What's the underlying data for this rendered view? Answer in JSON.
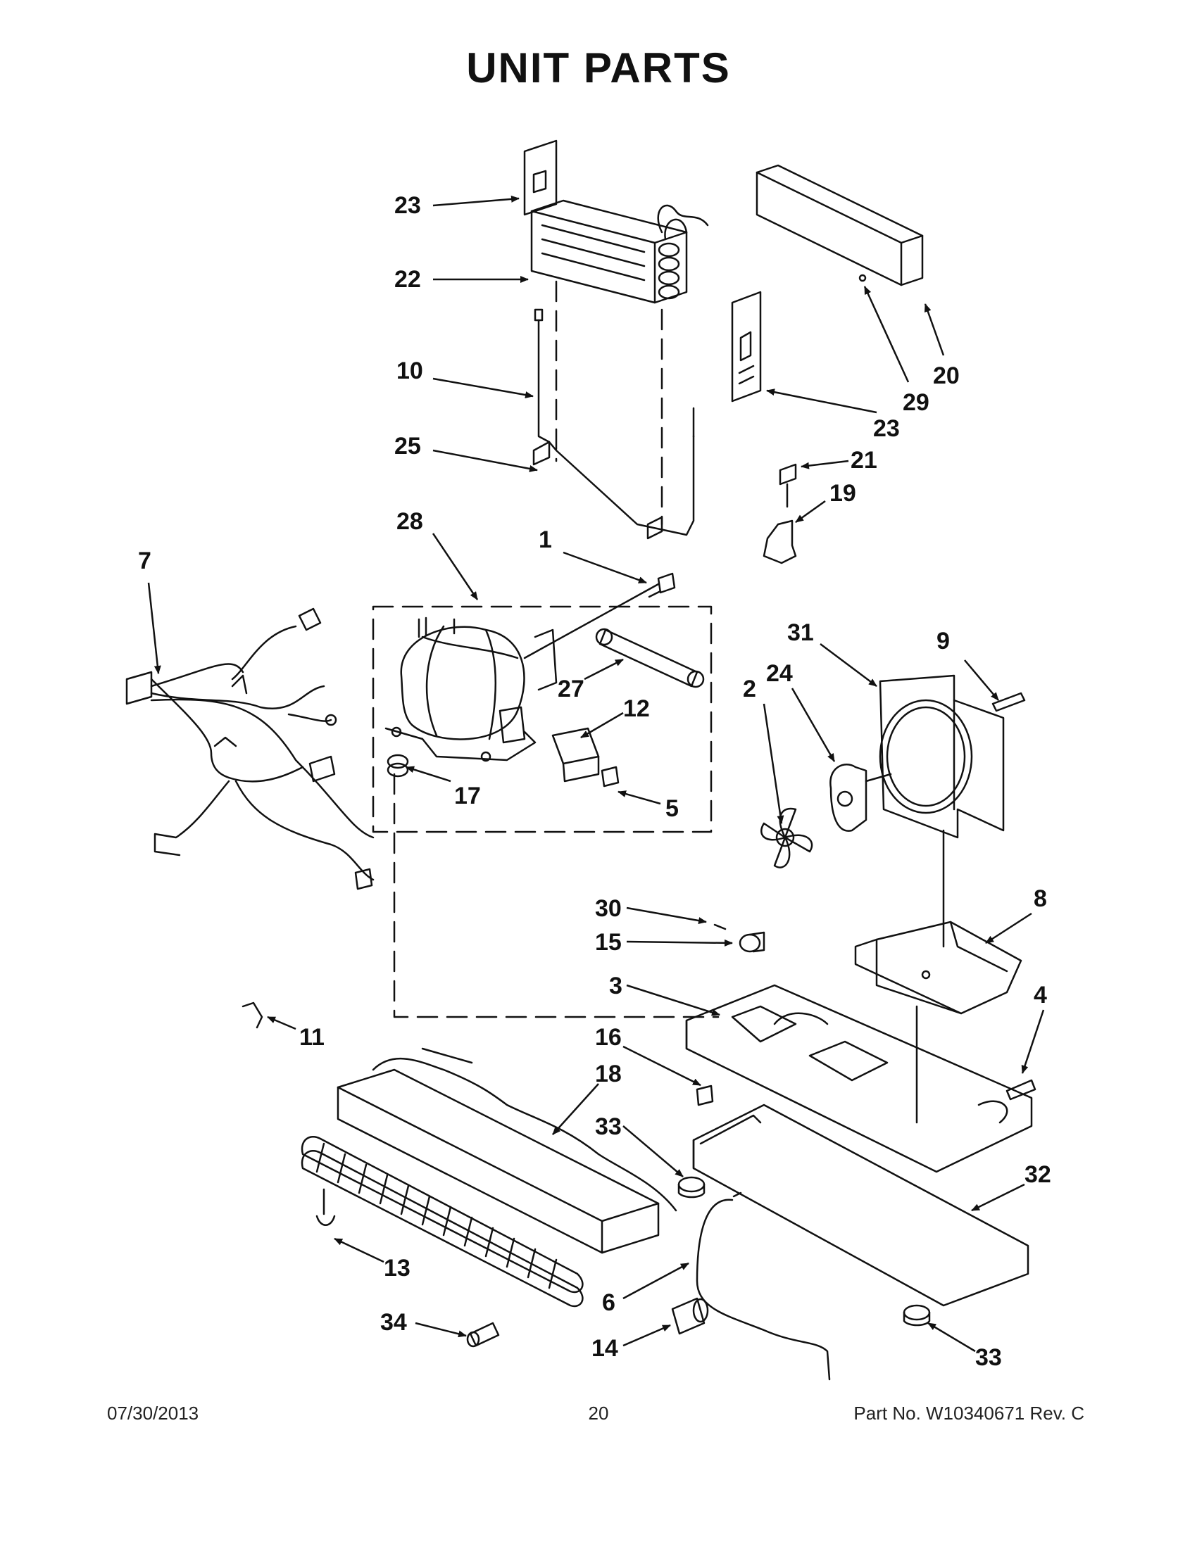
{
  "title": "UNIT PARTS",
  "footer": {
    "date": "07/30/2013",
    "page": "20",
    "part_number": "Part No.  W10340671   Rev.  C"
  },
  "callouts": [
    {
      "id": "c23a",
      "label": "23"
    },
    {
      "id": "c22",
      "label": "22"
    },
    {
      "id": "c10",
      "label": "10"
    },
    {
      "id": "c25",
      "label": "25"
    },
    {
      "id": "c28",
      "label": "28"
    },
    {
      "id": "c1",
      "label": "1"
    },
    {
      "id": "c7",
      "label": "7"
    },
    {
      "id": "c27",
      "label": "27"
    },
    {
      "id": "c12",
      "label": "12"
    },
    {
      "id": "c17",
      "label": "17"
    },
    {
      "id": "c5",
      "label": "5"
    },
    {
      "id": "c20",
      "label": "20"
    },
    {
      "id": "c29",
      "label": "29"
    },
    {
      "id": "c23b",
      "label": "23"
    },
    {
      "id": "c21",
      "label": "21"
    },
    {
      "id": "c19",
      "label": "19"
    },
    {
      "id": "c31",
      "label": "31"
    },
    {
      "id": "c9",
      "label": "9"
    },
    {
      "id": "c24",
      "label": "24"
    },
    {
      "id": "c2",
      "label": "2"
    },
    {
      "id": "c8",
      "label": "8"
    },
    {
      "id": "c30",
      "label": "30"
    },
    {
      "id": "c15",
      "label": "15"
    },
    {
      "id": "c3",
      "label": "3"
    },
    {
      "id": "c4",
      "label": "4"
    },
    {
      "id": "c11",
      "label": "11"
    },
    {
      "id": "c16",
      "label": "16"
    },
    {
      "id": "c18",
      "label": "18"
    },
    {
      "id": "c33a",
      "label": "33"
    },
    {
      "id": "c32",
      "label": "32"
    },
    {
      "id": "c13",
      "label": "13"
    },
    {
      "id": "c6",
      "label": "6"
    },
    {
      "id": "c34",
      "label": "34"
    },
    {
      "id": "c14",
      "label": "14"
    },
    {
      "id": "c33b",
      "label": "33"
    }
  ]
}
